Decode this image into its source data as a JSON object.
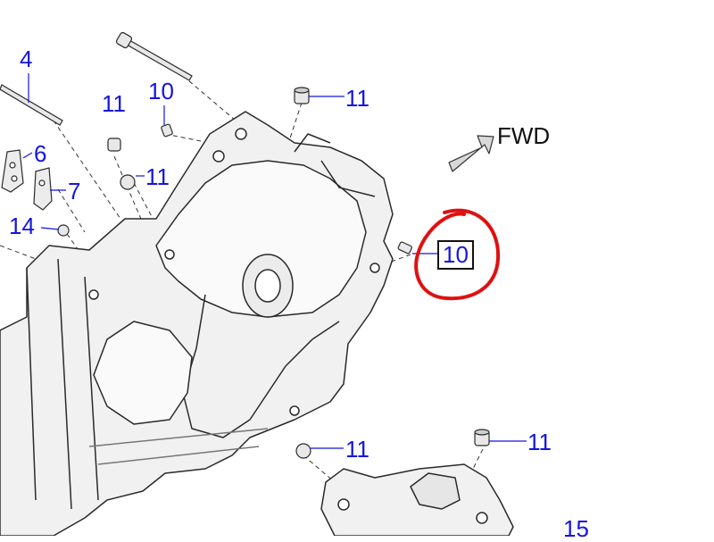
{
  "diagram": {
    "direction_label": "FWD",
    "callouts": [
      {
        "id": "c4",
        "label": "4"
      },
      {
        "id": "c10a",
        "label": "10"
      },
      {
        "id": "c11a",
        "label": "11"
      },
      {
        "id": "c11b",
        "label": "11"
      },
      {
        "id": "c11c",
        "label": "11"
      },
      {
        "id": "c6",
        "label": "6"
      },
      {
        "id": "c7",
        "label": "7"
      },
      {
        "id": "c14",
        "label": "14"
      },
      {
        "id": "c10b",
        "label": "10"
      },
      {
        "id": "c11d",
        "label": "11"
      },
      {
        "id": "c11e",
        "label": "11"
      },
      {
        "id": "c15",
        "label": "15"
      }
    ],
    "highlighted_callout": "c10b",
    "colors": {
      "callout_text": "#1515e0",
      "leader_line": "#1515e0",
      "dashed_line": "#333333",
      "part_outline": "#2a2a2a",
      "part_fill": "#f1f1f1",
      "annotation_circle": "#e01010",
      "fwd_arrow_fill": "#d9d9d9"
    },
    "icons": {
      "direction": "forward-arrow-icon",
      "annotation": "red-hand-drawn-circle"
    }
  }
}
